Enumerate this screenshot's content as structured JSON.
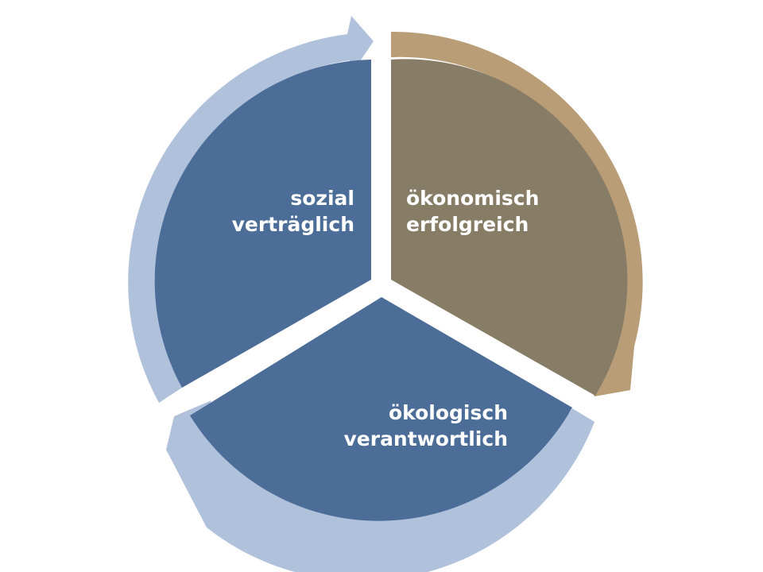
{
  "diagram": {
    "type": "cycle",
    "segments": [
      {
        "id": "oekonomisch",
        "line1": "ökonomisch",
        "line2": "erfolgreich",
        "fill": "#877c66",
        "arrow": "#b89d76"
      },
      {
        "id": "oekologisch",
        "line1": "ökologisch",
        "line2": "verantwortlich",
        "fill": "#4b6d98",
        "arrow": "#b0c1dc"
      },
      {
        "id": "sozial",
        "line1": "sozial",
        "line2": "verträglich",
        "fill": "#4b6d98",
        "arrow": "#b0c1dc"
      }
    ]
  }
}
